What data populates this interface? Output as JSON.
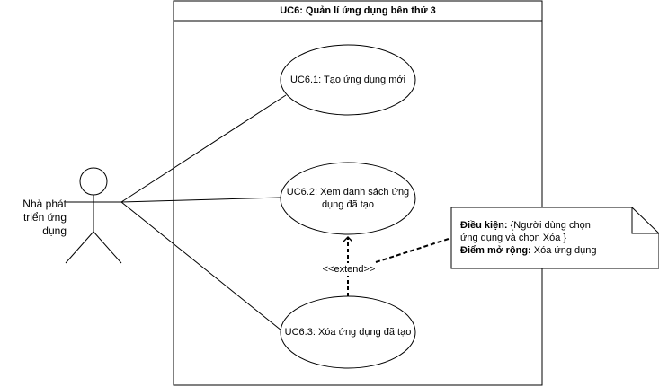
{
  "system": {
    "title": "UC6: Quản lí ứng dụng bên thứ 3"
  },
  "actor": {
    "label": "Nhà phát triển ứng dụng"
  },
  "use_cases": [
    {
      "id": "uc61",
      "label": "UC6.1: Tạo ứng dụng mới"
    },
    {
      "id": "uc62",
      "label": "UC6.2: Xem danh sách ứng dụng đã tạo"
    },
    {
      "id": "uc63",
      "label": "UC6.3: Xóa ứng dụng đã tạo"
    }
  ],
  "extend": {
    "label": "<<extend>>"
  },
  "note": {
    "condition_key": "Điều kiện:",
    "condition_value": " {Người dùng chọn",
    "condition_value_2": " ứng dụng và chọn Xóa }",
    "extension_key": "Điểm mở rộng:",
    "extension_value": " Xóa ứng dụng"
  }
}
